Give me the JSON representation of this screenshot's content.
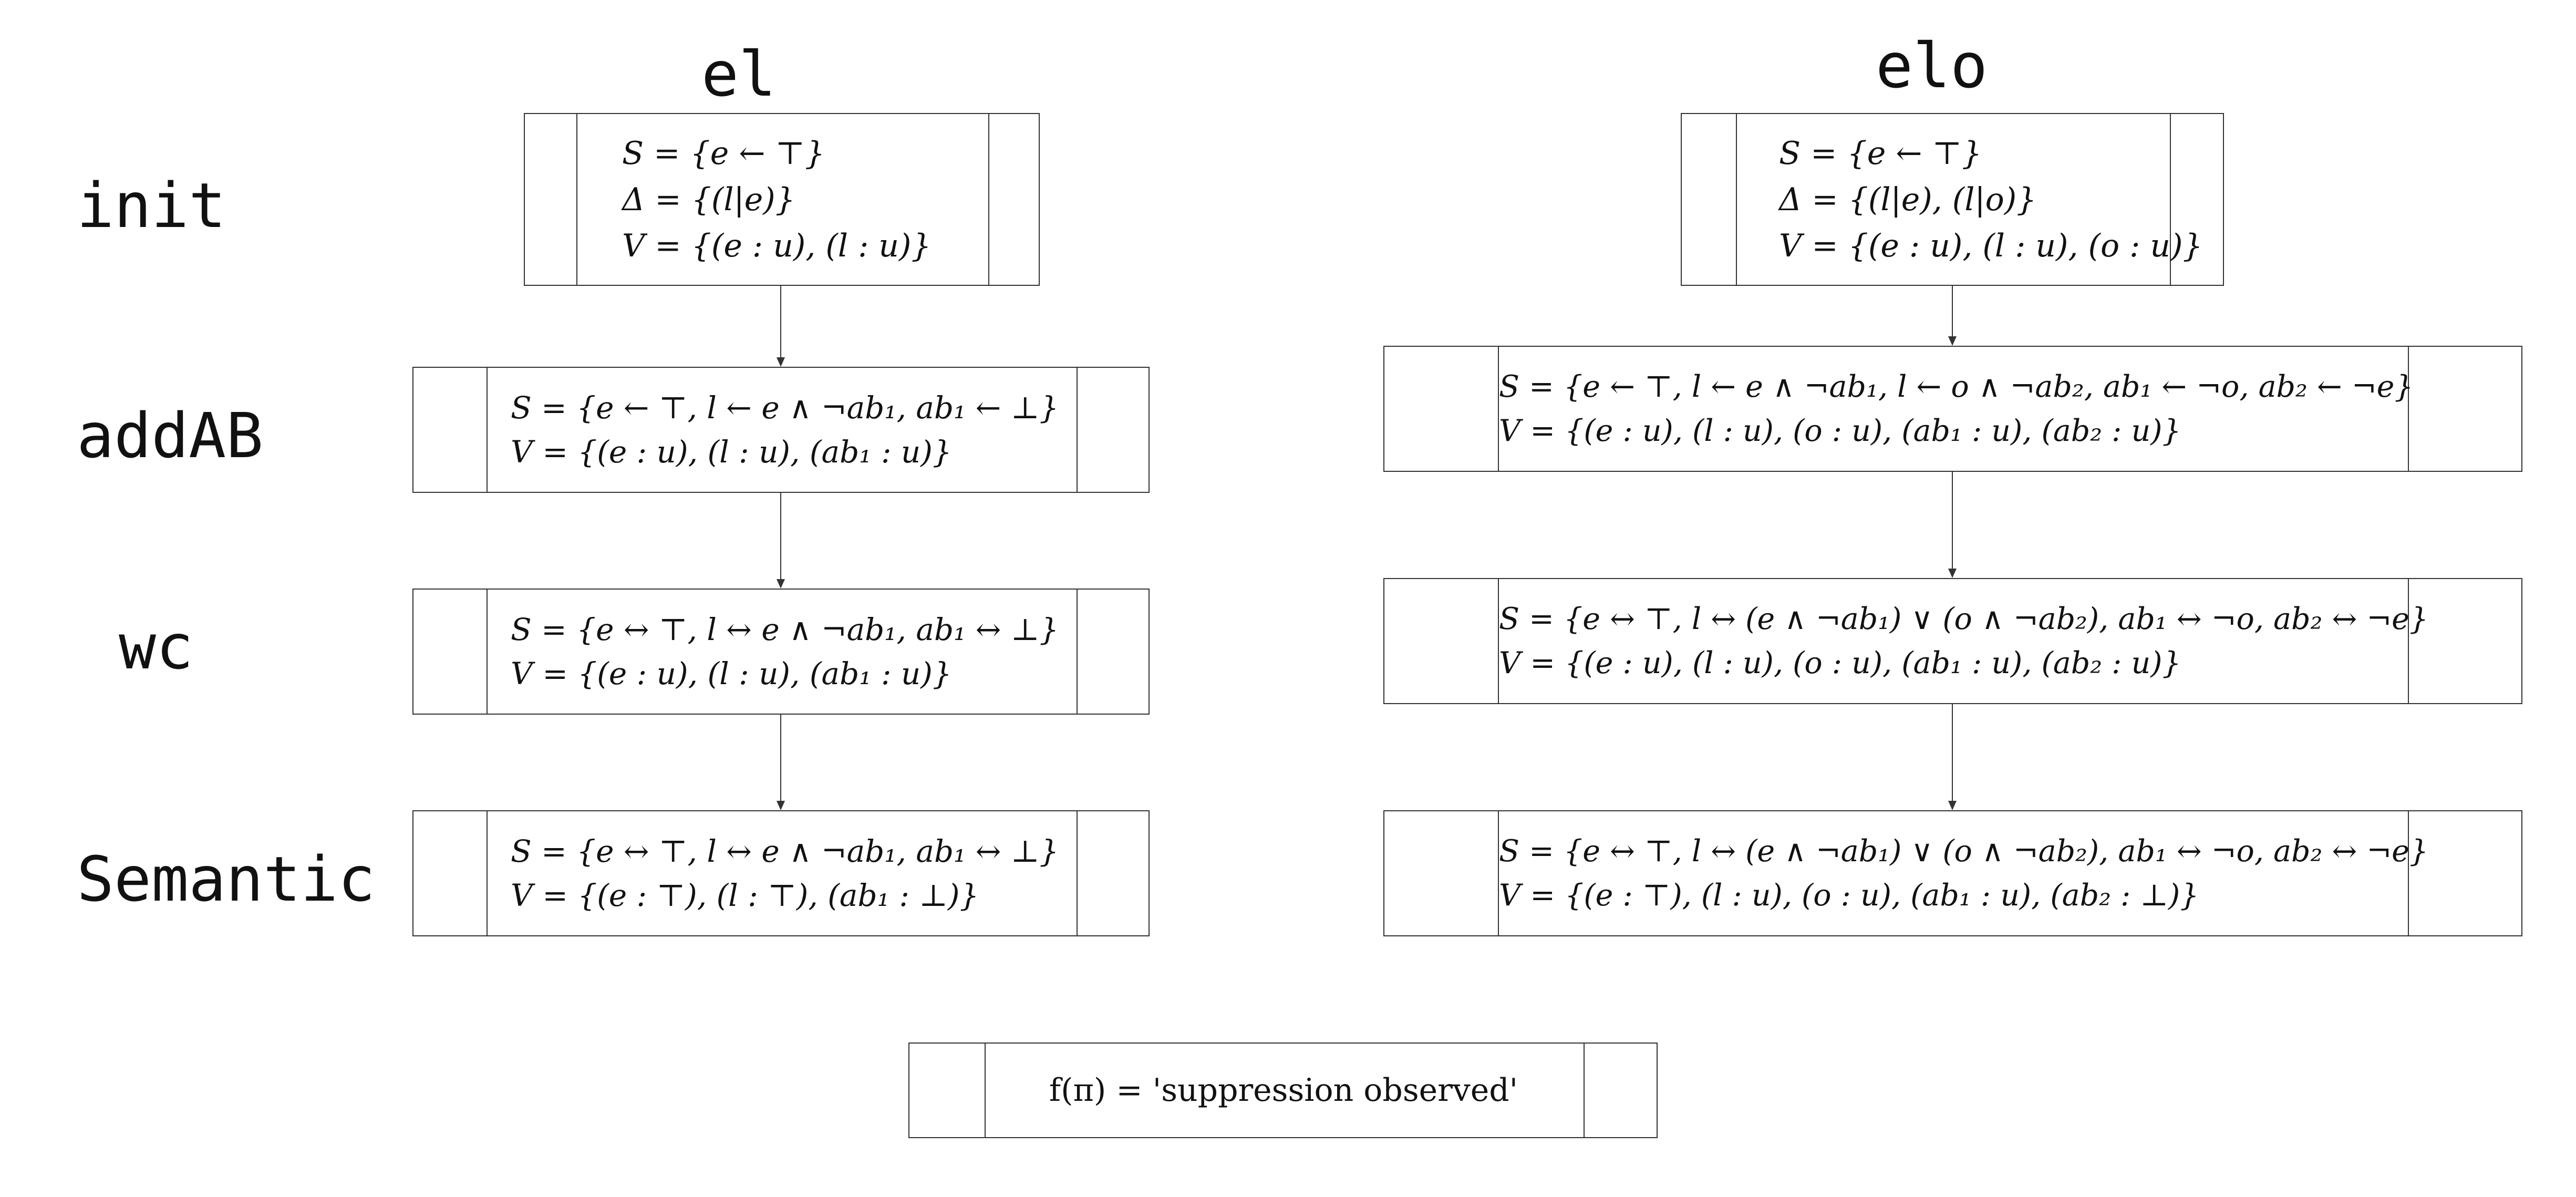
{
  "columns": {
    "el_title": "el",
    "elo_title": "elo"
  },
  "rows": {
    "init": "init",
    "addAB": "addAB",
    "wc": "wc",
    "semantic": "Semantic"
  },
  "el": {
    "init": [
      "S = {e ← ⊤}",
      "Δ = {(l|e)}",
      "V = {(e : u), (l : u)}"
    ],
    "addAB": [
      "S = {e ← ⊤, l ← e ∧ ¬ab₁, ab₁ ← ⊥}",
      "V = {(e : u), (l : u), (ab₁ : u)}"
    ],
    "wc": [
      "S = {e ↔ ⊤, l ↔ e ∧ ¬ab₁, ab₁ ↔ ⊥}",
      "V = {(e : u), (l : u), (ab₁ : u)}"
    ],
    "semantic": [
      "S = {e ↔ ⊤, l ↔ e ∧ ¬ab₁, ab₁ ↔ ⊥}",
      "V = {(e : ⊤), (l : ⊤), (ab₁ : ⊥)}"
    ]
  },
  "elo": {
    "init": [
      "S = {e ← ⊤}",
      "Δ = {(l|e), (l|o)}",
      "V = {(e : u), (l : u), (o : u)}"
    ],
    "addAB": [
      "S = {e ← ⊤, l ← e ∧ ¬ab₁, l ← o ∧ ¬ab₂, ab₁ ← ¬o, ab₂ ← ¬e}",
      "V = {(e : u), (l : u), (o : u), (ab₁ : u), (ab₂ : u)}"
    ],
    "wc": [
      "S = {e ↔ ⊤, l ↔ (e ∧ ¬ab₁) ∨ (o ∧ ¬ab₂), ab₁ ↔ ¬o, ab₂ ↔ ¬e}",
      "V = {(e : u), (l : u), (o : u), (ab₁ : u), (ab₂ : u)}"
    ],
    "semantic": [
      "S = {e ↔ ⊤, l ↔ (e ∧ ¬ab₁) ∨ (o ∧ ¬ab₂), ab₁ ↔ ¬o, ab₂ ↔ ¬e}",
      "V = {(e : ⊤), (l : u), (o : u), (ab₁ : u), (ab₂ : ⊥)}"
    ]
  },
  "result": "f(π) = 'suppression observed'"
}
